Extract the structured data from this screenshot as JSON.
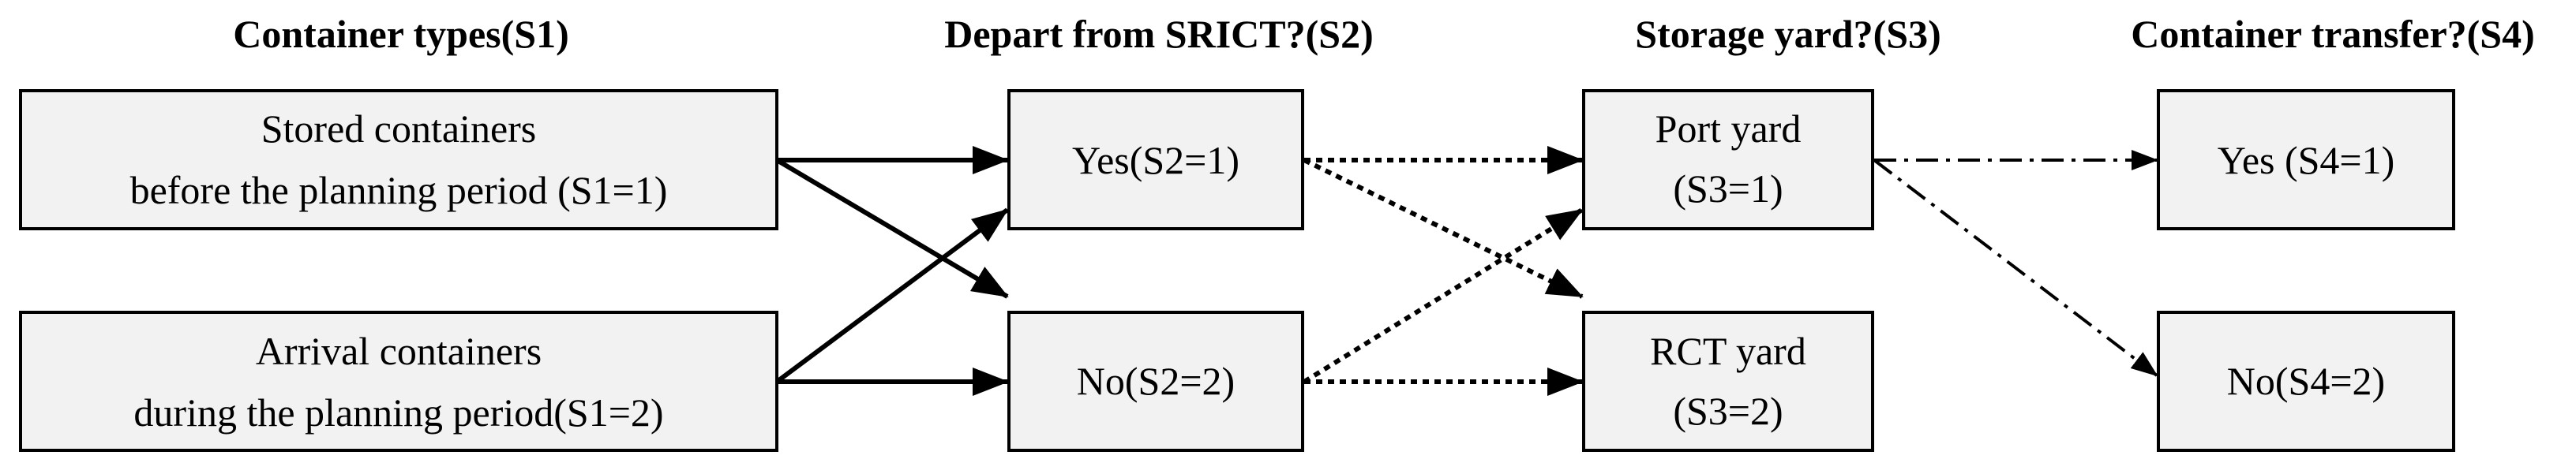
{
  "headers": {
    "s1": "Container types(S1)",
    "s2": "Depart from SRICT?(S2)",
    "s3": "Storage yard?(S3)",
    "s4": "Container transfer?(S4)"
  },
  "s1": {
    "stored": {
      "line1": "Stored containers",
      "line2": "before the planning period (S1=1)"
    },
    "arrival": {
      "line1": "Arrival containers",
      "line2": "during the planning period(S1=2)"
    }
  },
  "s2": {
    "yes": {
      "label": "Yes(S2=1)"
    },
    "no": {
      "label": "No(S2=2)"
    }
  },
  "s3": {
    "port": {
      "line1": "Port yard",
      "line2": "(S3=1)"
    },
    "rct": {
      "line1": "RCT yard",
      "line2": "(S3=2)"
    }
  },
  "s4": {
    "yes": {
      "label": "Yes (S4=1)"
    },
    "no": {
      "label": "No(S4=2)"
    }
  }
}
